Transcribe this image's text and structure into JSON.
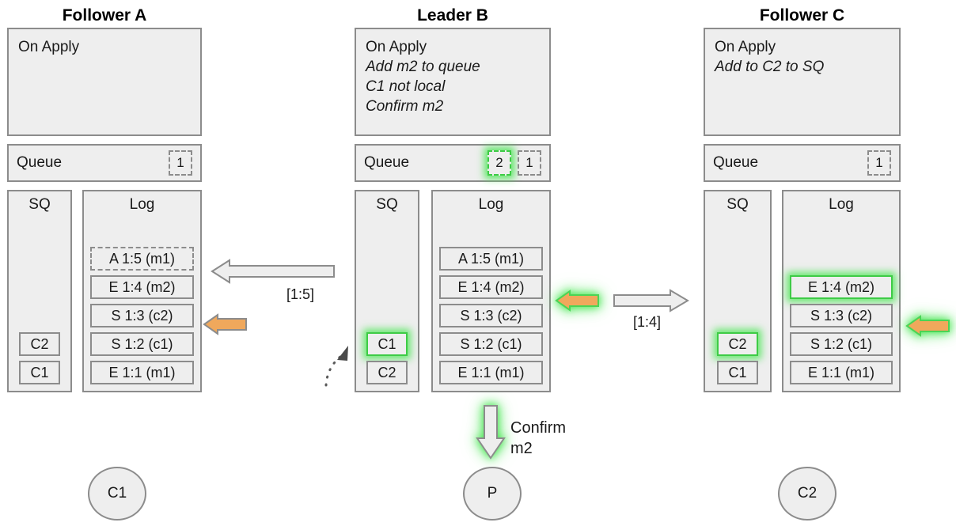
{
  "diagram": {
    "title_row": [
      {
        "id": "follower-a",
        "label": "Follower A"
      },
      {
        "id": "leader-b",
        "label": "Leader B"
      },
      {
        "id": "follower-c",
        "label": "Follower C"
      }
    ],
    "colors": {
      "panel_fill": "#eeeeee",
      "panel_border": "#8c8c8c",
      "highlight_green": "#3ecb46",
      "arrow_orange": "#f0a85c",
      "arrow_white": "#eeeeee",
      "text": "#1a1a1a"
    }
  },
  "columns": {
    "a": {
      "name": "Follower A",
      "on_apply": {
        "header": "On Apply",
        "lines": []
      },
      "queue": {
        "label": "Queue",
        "slots": [
          {
            "value": "1",
            "highlight": false
          }
        ]
      },
      "sq": {
        "title": "SQ",
        "items": [
          {
            "value": "C2",
            "highlight": false
          },
          {
            "value": "C1",
            "highlight": false
          }
        ]
      },
      "log": {
        "title": "Log",
        "entries": [
          {
            "value": "A 1:5 (m1)",
            "dashed": true,
            "highlight": false
          },
          {
            "value": "E 1:4 (m2)",
            "dashed": false,
            "highlight": false
          },
          {
            "value": "S 1:3 (c2)",
            "dashed": false,
            "highlight": false
          },
          {
            "value": "S 1:2 (c1)",
            "dashed": false,
            "highlight": false
          },
          {
            "value": "E 1:1 (m1)",
            "dashed": false,
            "highlight": false
          }
        ]
      },
      "node": "C1"
    },
    "b": {
      "name": "Leader B",
      "on_apply": {
        "header": "On Apply",
        "lines": [
          "Add m2 to queue",
          "C1 not local",
          "Confirm m2"
        ]
      },
      "queue": {
        "label": "Queue",
        "slots": [
          {
            "value": "2",
            "highlight": true
          },
          {
            "value": "1",
            "highlight": false
          }
        ]
      },
      "sq": {
        "title": "SQ",
        "items": [
          {
            "value": "C1",
            "highlight": true
          },
          {
            "value": "C2",
            "highlight": false
          }
        ]
      },
      "log": {
        "title": "Log",
        "entries": [
          {
            "value": "A 1:5 (m1)",
            "dashed": false,
            "highlight": false
          },
          {
            "value": "E 1:4 (m2)",
            "dashed": false,
            "highlight": false
          },
          {
            "value": "S 1:3 (c2)",
            "dashed": false,
            "highlight": false
          },
          {
            "value": "S 1:2 (c1)",
            "dashed": false,
            "highlight": false
          },
          {
            "value": "E 1:1 (m1)",
            "dashed": false,
            "highlight": false
          }
        ]
      },
      "node": "P"
    },
    "c": {
      "name": "Follower C",
      "on_apply": {
        "header": "On Apply",
        "lines": [
          "Add to C2 to SQ"
        ]
      },
      "queue": {
        "label": "Queue",
        "slots": [
          {
            "value": "1",
            "highlight": false
          }
        ]
      },
      "sq": {
        "title": "SQ",
        "items": [
          {
            "value": "C2",
            "highlight": true
          },
          {
            "value": "C1",
            "highlight": false
          }
        ]
      },
      "log": {
        "title": "Log",
        "entries": [
          {
            "value": "E 1:4 (m2)",
            "dashed": false,
            "highlight": true
          },
          {
            "value": "S 1:3 (c2)",
            "dashed": false,
            "highlight": false
          },
          {
            "value": "S 1:2 (c1)",
            "dashed": false,
            "highlight": false
          },
          {
            "value": "E 1:1 (m1)",
            "dashed": false,
            "highlight": false
          }
        ]
      },
      "node": "C2"
    }
  },
  "arrows": {
    "ba_replicate": {
      "label": "[1:5]",
      "direction": "left",
      "style": "white"
    },
    "bc_replicate": {
      "label": "[1:4]",
      "direction": "right",
      "style": "white"
    },
    "a_apply": {
      "label": "",
      "direction": "left",
      "style": "orange"
    },
    "b_apply": {
      "label": "",
      "direction": "left",
      "style": "orange-glow"
    },
    "c_apply": {
      "label": "",
      "direction": "left",
      "style": "orange-glow"
    },
    "confirm_down": {
      "label": "Confirm m2",
      "label_line1": "Confirm",
      "label_line2": "m2",
      "direction": "down",
      "style": "white-glow"
    },
    "sq_dotted": {
      "label": "",
      "direction": "up-right",
      "style": "dotted"
    }
  }
}
